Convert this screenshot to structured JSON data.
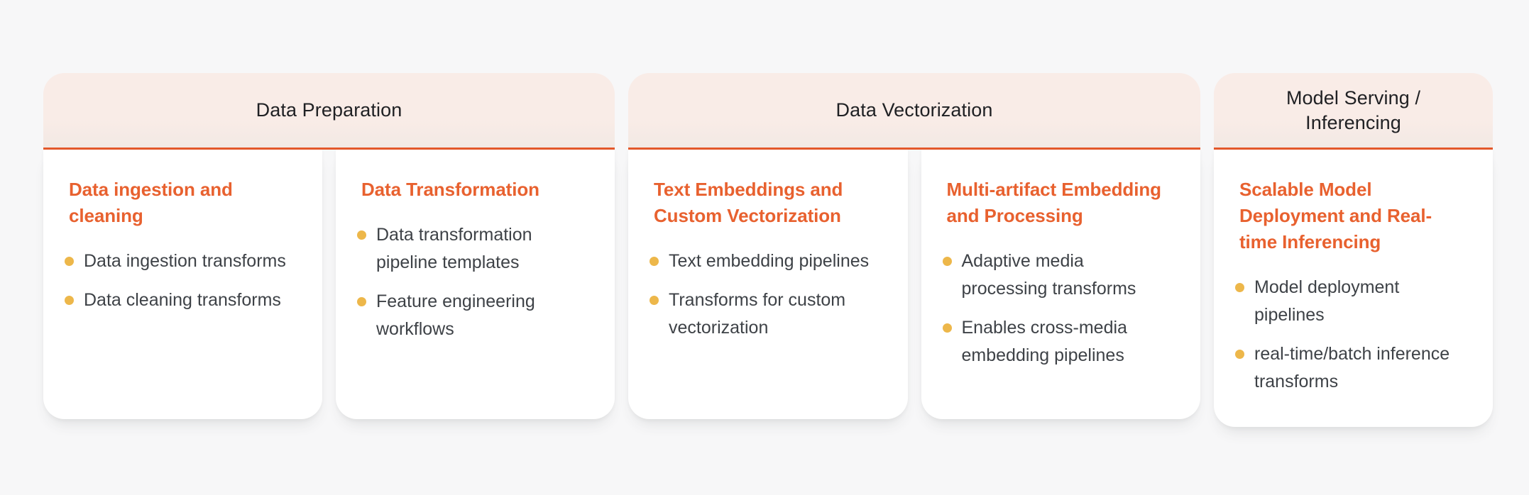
{
  "colors": {
    "page_bg": "#f7f7f8",
    "header_bg": "#f9ece7",
    "header_bg_bottom": "#f2e9e4",
    "rule_orange": "#e4592b",
    "accent_orange": "#e8612f",
    "bullet_amber": "#edb74a",
    "body_text": "#3e4247",
    "header_text": "#202124",
    "card_bg": "#ffffff"
  },
  "groups": [
    {
      "title": "Data Preparation",
      "cards": [
        {
          "title": "Data ingestion and cleaning",
          "bullets": [
            "Data ingestion transforms",
            "Data cleaning transforms"
          ]
        },
        {
          "title": "Data Transformation",
          "bullets": [
            "Data transformation pipeline templates",
            "Feature engineering workflows"
          ]
        }
      ]
    },
    {
      "title": "Data Vectorization",
      "cards": [
        {
          "title": "Text Embeddings and Custom Vectorization",
          "bullets": [
            "Text embedding pipelines",
            "Transforms for custom vectorization"
          ]
        },
        {
          "title": "Multi-artifact Embedding and Processing",
          "bullets": [
            "Adaptive media processing transforms",
            "Enables cross-media embedding pipelines"
          ]
        }
      ]
    },
    {
      "title": "Model Serving / Inferencing",
      "cards": [
        {
          "title": "Scalable Model Deployment and Real-time Inferencing",
          "bullets": [
            "Model deployment pipelines",
            "real-time/batch inference transforms"
          ]
        }
      ]
    }
  ]
}
